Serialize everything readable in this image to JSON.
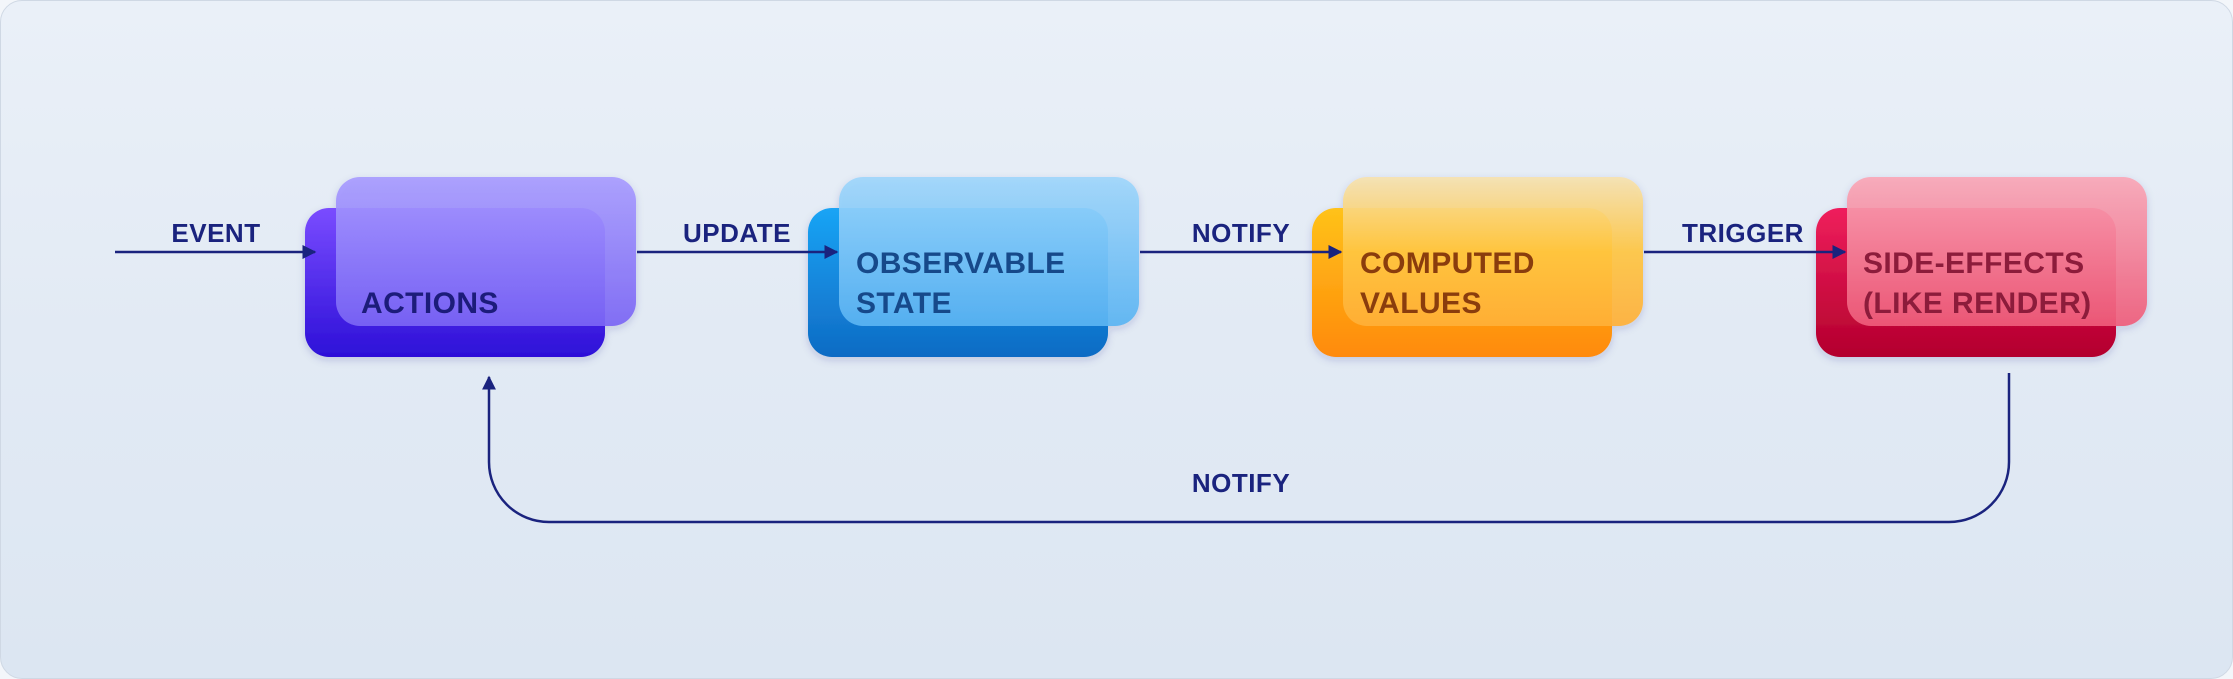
{
  "diagram": {
    "colors": {
      "line": "#1a237e",
      "actions": "#5b3cf0",
      "observable_state": "#1c8be0",
      "computed_values": "#ffa41a",
      "side_effects": "#e0284f"
    },
    "nodes": {
      "actions": {
        "lines": [
          "ACTIONS"
        ]
      },
      "observable_state": {
        "lines": [
          "OBSERVABLE",
          "STATE"
        ]
      },
      "computed_values": {
        "lines": [
          "COMPUTED",
          "VALUES"
        ]
      },
      "side_effects": {
        "lines": [
          "SIDE-EFFECTS",
          "(LIKE RENDER)"
        ]
      }
    },
    "edges": {
      "event": "EVENT",
      "update": "UPDATE",
      "notify": "NOTIFY",
      "trigger": "TRIGGER",
      "notify_back": "NOTIFY"
    }
  }
}
